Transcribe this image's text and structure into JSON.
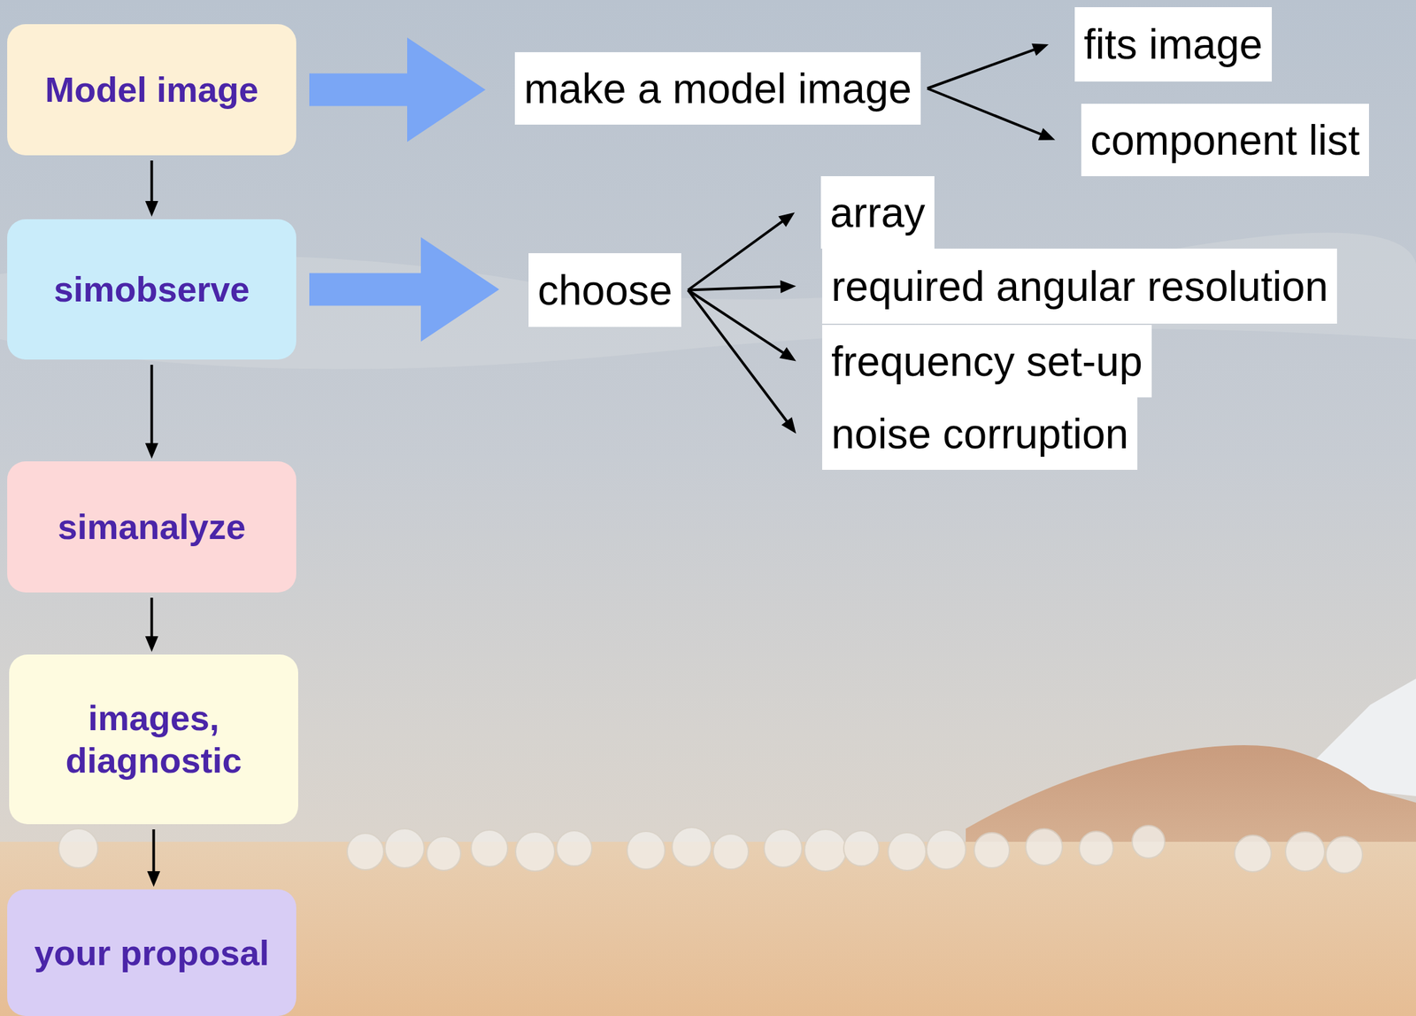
{
  "diagram": {
    "nodes": [
      {
        "text": [
          "Model image"
        ]
      },
      {
        "text": [
          "make a model image"
        ]
      },
      {
        "text": [
          "fits image"
        ]
      },
      {
        "text": [
          "component list"
        ]
      },
      {
        "text": [
          "simobserve"
        ]
      },
      {
        "text": [
          "choose"
        ]
      },
      {
        "text": [
          "array"
        ]
      },
      {
        "text": [
          "required angular resolution"
        ]
      },
      {
        "text": [
          "frequency set-up"
        ]
      },
      {
        "text": [
          "noise corruption"
        ]
      },
      {
        "text": [
          "simanalyze"
        ]
      },
      {
        "text": [
          "images, diagnostic"
        ]
      },
      {
        "text": [
          "your proposal"
        ]
      }
    ],
    "edges": [
      {
        "from": 0,
        "to": 4,
        "arrow": "to"
      },
      {
        "from": 4,
        "to": 10,
        "arrow": "to"
      },
      {
        "from": 10,
        "to": 11,
        "arrow": "to"
      },
      {
        "from": 11,
        "to": 12,
        "arrow": "to"
      },
      {
        "from": 0,
        "to": 1,
        "arrow": "to"
      },
      {
        "from": 1,
        "to": 2,
        "arrow": "to"
      },
      {
        "from": 1,
        "to": 3,
        "arrow": "to"
      },
      {
        "from": 4,
        "to": 5,
        "arrow": "to"
      },
      {
        "from": 5,
        "to": 6,
        "arrow": "to"
      },
      {
        "from": 5,
        "to": 7,
        "arrow": "to"
      },
      {
        "from": 5,
        "to": 8,
        "arrow": "to"
      },
      {
        "from": 5,
        "to": 9,
        "arrow": "to"
      }
    ]
  }
}
